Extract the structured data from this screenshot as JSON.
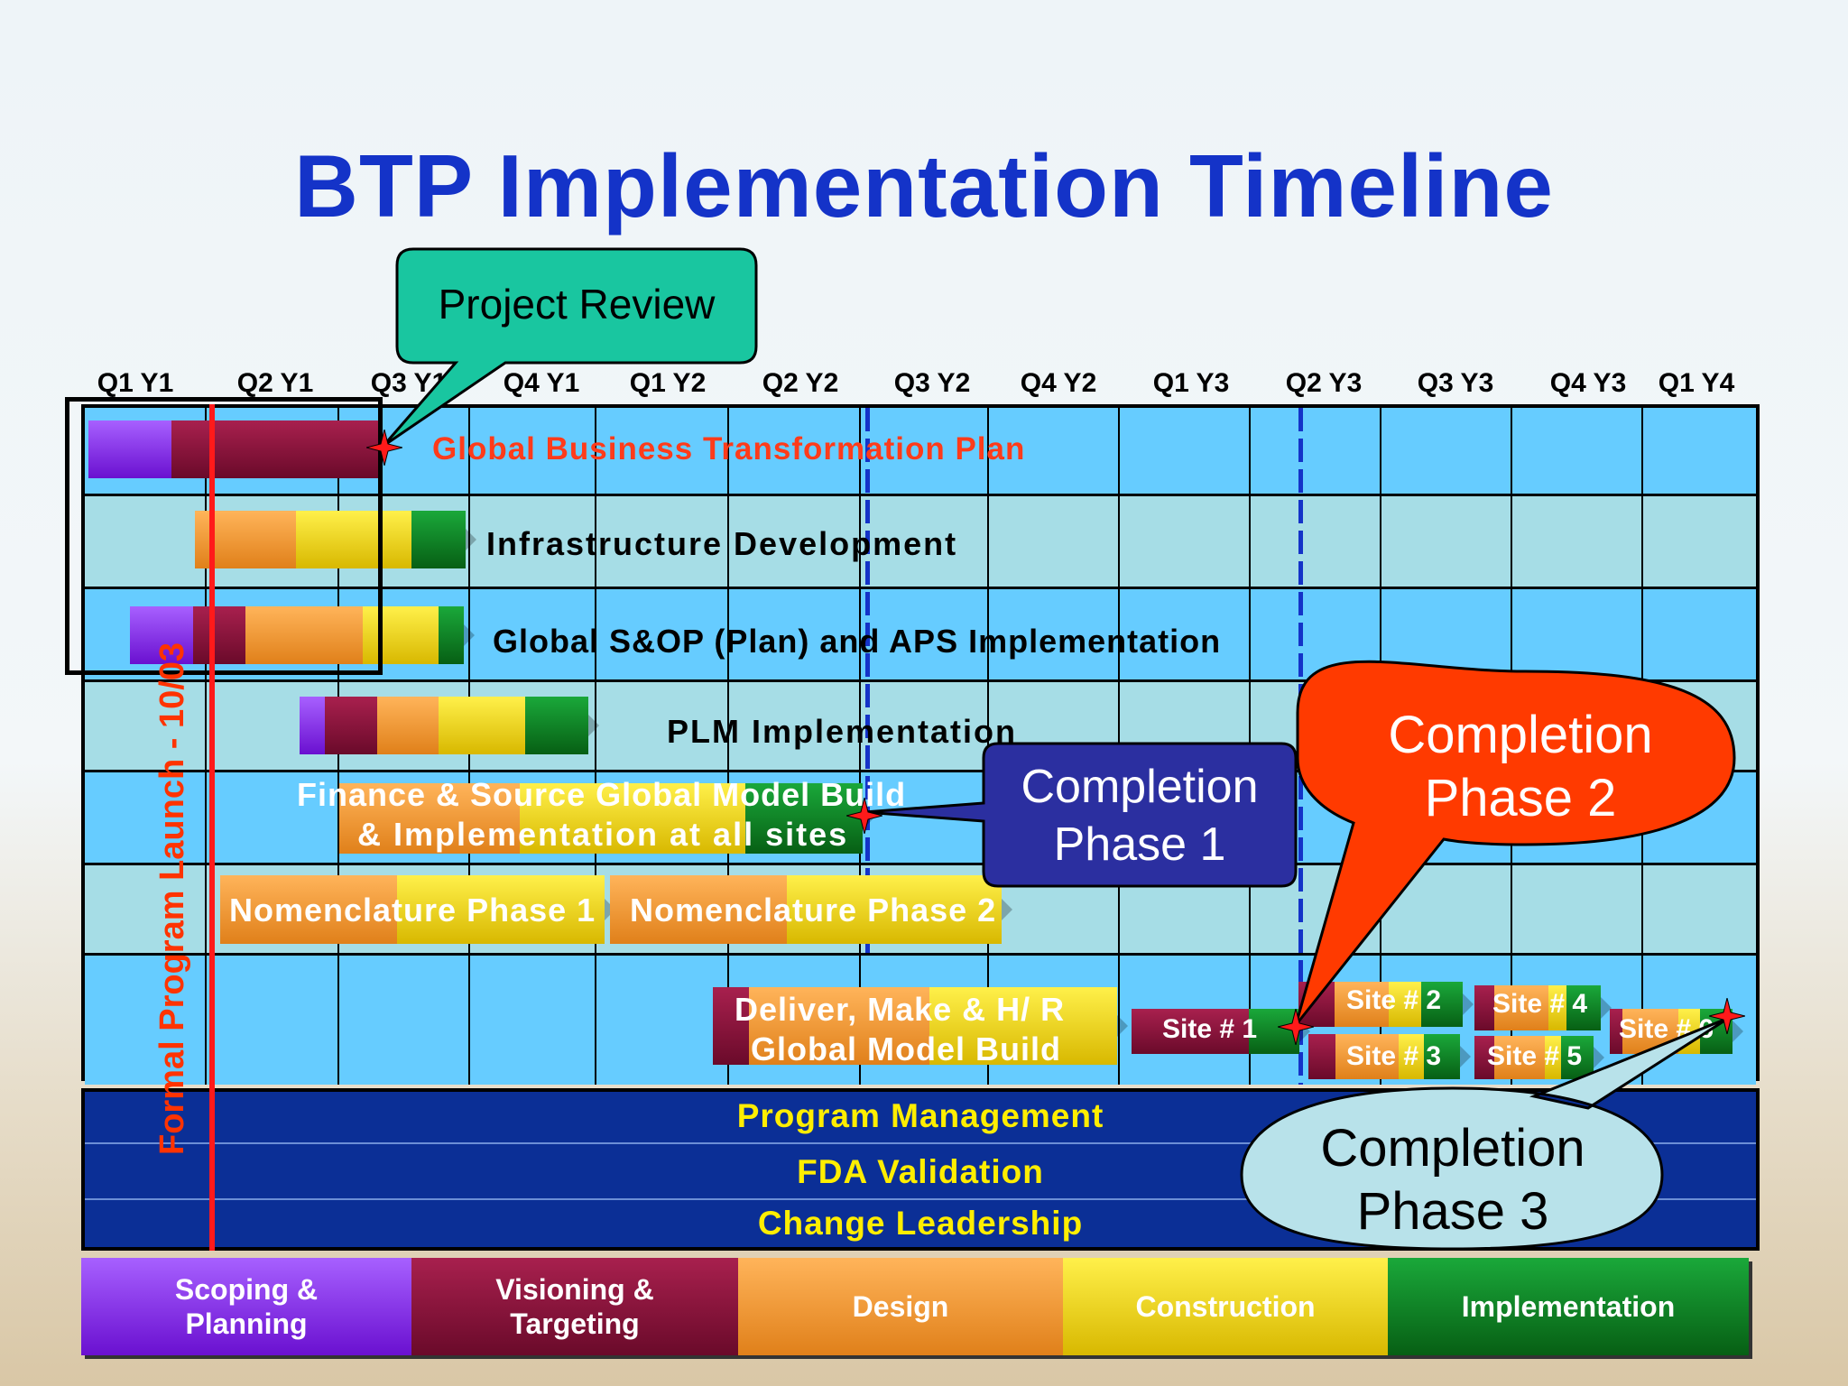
{
  "title": "BTP Implementation Timeline",
  "quarters": [
    "Q1 Y1",
    "Q2 Y1",
    "Q3 Y1",
    "Q4 Y1",
    "Q1 Y2",
    "Q2 Y2",
    "Q3 Y2",
    "Q4 Y2",
    "Q1 Y3",
    "Q2 Y3",
    "Q3 Y3",
    "Q4 Y3",
    "Q1 Y4"
  ],
  "tasks": {
    "gbtp": "Global Business Transformation Plan",
    "infra": "Infrastructure Development",
    "sop": "Global S&OP (Plan) and APS Implementation",
    "plm": "PLM Implementation",
    "finance_1": "Finance & Source Global Model Build",
    "finance_2": "& Implementation  at all sites",
    "nomen1": "Nomenclature Phase 1",
    "nomen2": "Nomenclature Phase 2",
    "deliver_1": "Deliver, Make & H/ R",
    "deliver_2": "Global Model Build"
  },
  "sites": [
    "Site # 1",
    "Site # 2",
    "Site # 3",
    "Site # 4",
    "Site # 5",
    "Site # 6"
  ],
  "callouts": {
    "project_review": "Project Review",
    "phase1_a": "Completion",
    "phase1_b": "Phase 1",
    "phase2_a": "Completion",
    "phase2_b": "Phase 2",
    "phase3_a": "Completion",
    "phase3_b": "Phase 3"
  },
  "launch": "Formal Program Launch - 10/03",
  "bands": [
    "Program Management",
    "FDA Validation",
    "Change Leadership"
  ],
  "phases": [
    {
      "label_a": "Scoping &",
      "label_b": "Planning"
    },
    {
      "label_a": "Visioning &",
      "label_b": "Targeting"
    },
    {
      "label_a": "Design",
      "label_b": ""
    },
    {
      "label_a": "Construction",
      "label_b": ""
    },
    {
      "label_a": "Implementation",
      "label_b": ""
    }
  ],
  "colors": {
    "purple": "#7a1fe0",
    "maroon": "#8b0f3a",
    "orange": "#f09a2a",
    "yellow": "#f2d400",
    "green": "#0b7a1e",
    "title": "#1433c8",
    "star": "#ff1a1a"
  }
}
